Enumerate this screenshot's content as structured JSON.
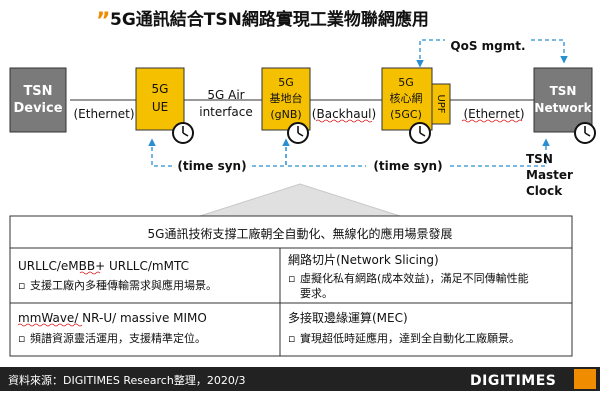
{
  "title_mark": "”",
  "title": "5G通訊結合TSN網路實現工業物聯網應用",
  "qos_label": "QoS mgmt.",
  "nodes": {
    "tsn_device": [
      "TSN",
      "Device"
    ],
    "ue": [
      "5G",
      "UE"
    ],
    "gnb": [
      "5G",
      "基地台",
      "(gNB)"
    ],
    "core": [
      "5G",
      "核心網",
      "(5GC)"
    ],
    "upf": "UPF",
    "tsn_network": [
      "TSN",
      "Network"
    ]
  },
  "links": {
    "ethernet_left": "(Ethernet)",
    "air_interface": [
      "5G Air",
      "interface"
    ],
    "backhaul": "(Backhaul)",
    "ethernet_right": "(Ethernet)"
  },
  "time_syn_left": "(time syn)",
  "time_syn_right": "(time syn)",
  "master_clock": [
    "TSN",
    "Master",
    "Clock"
  ],
  "table": {
    "header": "5G通訊技術支撐工廠朝全自動化、無線化的應用場景發展",
    "cells": [
      {
        "title": "URLLC/eMBB+ URLLC/mMTC",
        "items": [
          "支援工廠內多種傳輸需求與應用場景。"
        ]
      },
      {
        "title": "網路切片(Network Slicing)",
        "items": [
          "虛擬化私有網路(成本效益)，滿足不同傳輸性能",
          "要求。"
        ]
      },
      {
        "title": "mmWave/ NR-U/ massive MIMO",
        "items": [
          "頻譜資源靈活運用，支援精準定位。"
        ]
      },
      {
        "title": "多接取邊緣運算(MEC)",
        "items": [
          "實現超低時延應用，達到全自動化工廠願景。"
        ]
      }
    ]
  },
  "footer": {
    "source": "資料來源：DIGITIMES Research整理，2020/3",
    "brand": "DIGITIMES"
  },
  "colors": {
    "gold": "#f5c000",
    "gray": "#7a7a7a",
    "dark": "#222222",
    "dashed": "#2a8fd0",
    "accent_orange": "#f08c00"
  }
}
